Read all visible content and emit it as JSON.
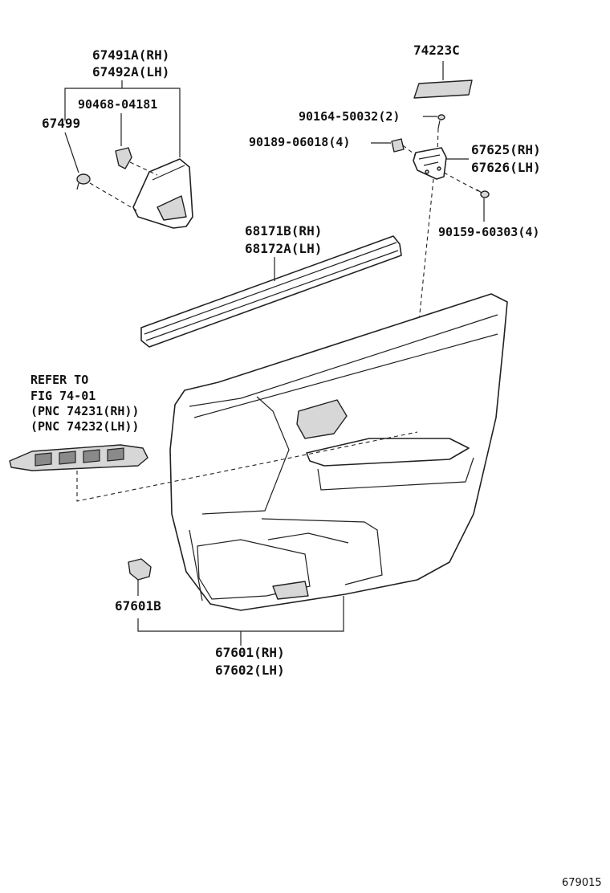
{
  "labels": {
    "p74223c": "74223C",
    "p90164": "90164-50032(2)",
    "p90189": "90189-06018(4)",
    "p67625": "67625(RH)",
    "p67626": "67626(LH)",
    "p90159": "90159-60303(4)",
    "p67491a": "67491A(RH)",
    "p67492a": "67492A(LH)",
    "p90468": "90468-04181",
    "p67499": "67499",
    "p68171b": "68171B(RH)",
    "p68172a": "68172A(LH)",
    "refer_1": "REFER TO",
    "refer_2": "FIG 74-01",
    "refer_3": "(PNC 74231(RH))",
    "refer_4": "(PNC 74232(LH))",
    "p67601b": "67601B",
    "p67601": "67601(RH)",
    "p67602": "67602(LH)",
    "figure_number": "679015"
  }
}
